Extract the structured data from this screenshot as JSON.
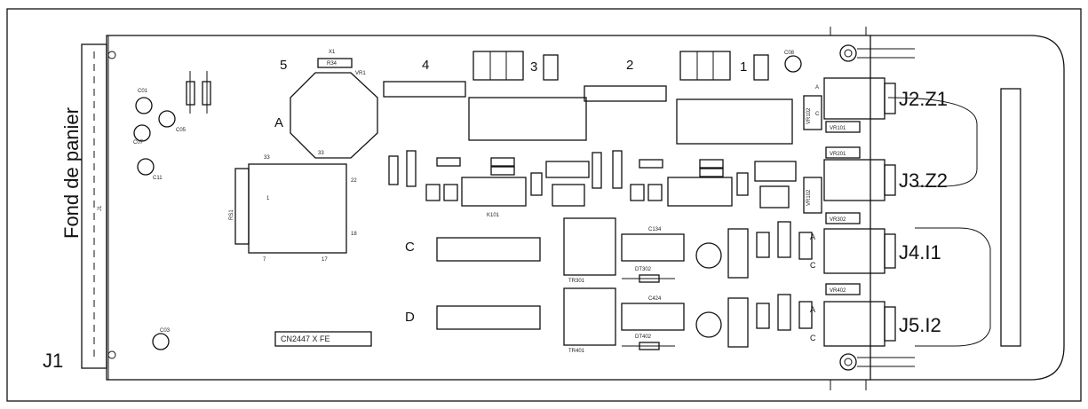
{
  "side_label": "Fond de panier",
  "connector_j1": "J1",
  "connectors": [
    {
      "id": "j2",
      "label": "J2.Z1",
      "vr_top": "VR102",
      "vr_bottom": "VR101",
      "pin_a": "A",
      "pin_c": "C"
    },
    {
      "id": "j3",
      "label": "J3.Z2",
      "vr_top": "VR201",
      "vr_bottom": "VR102"
    },
    {
      "id": "j4",
      "label": "J4.I1",
      "vr_top": "VR302",
      "pin_a": "A",
      "pin_c": "C"
    },
    {
      "id": "j5",
      "label": "J5.I2",
      "vr_top": "VR402",
      "pin_a": "A",
      "pin_c": "C"
    }
  ],
  "section_numbers": [
    "5",
    "4",
    "3",
    "2",
    "1"
  ],
  "section_letters": {
    "a": "A",
    "c": "C",
    "d": "D"
  },
  "components": {
    "x1": "X1",
    "r34": "R34",
    "vr1": "VR1",
    "c01": "C01",
    "c07": "C07",
    "c11": "C11",
    "c05": "C05",
    "c03": "C03",
    "c08": "C08",
    "k101": "K101",
    "rs1": "RS1",
    "c134": "C134",
    "c424": "C424",
    "dt302": "DT302",
    "dt402": "DT402",
    "tr301": "TR301",
    "tr401": "TR401",
    "pin_7": "7",
    "pin_17": "17",
    "pin_18": "18",
    "pin_1": "1",
    "pin_22": "22",
    "pin_33": "33"
  },
  "board_ref": "CN2447 X     FE"
}
